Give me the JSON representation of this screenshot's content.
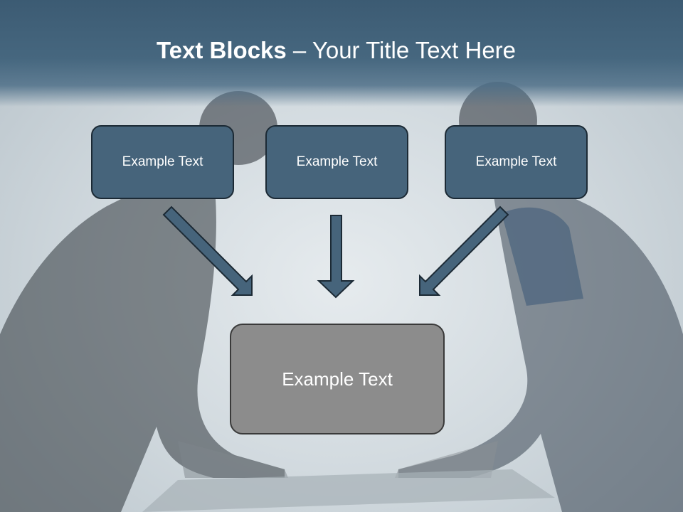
{
  "header": {
    "title_bold": "Text Blocks",
    "title_separator": " – ",
    "title_rest": "Your Title Text Here"
  },
  "boxes": {
    "top_left": "Example Text",
    "top_center": "Example Text",
    "top_right": "Example Text",
    "bottom": "Example Text"
  },
  "colors": {
    "header": "#3c5b73",
    "top_box_fill": "#46647b",
    "bottom_box_fill": "#8c8c8c",
    "arrow_fill": "#46647b"
  }
}
